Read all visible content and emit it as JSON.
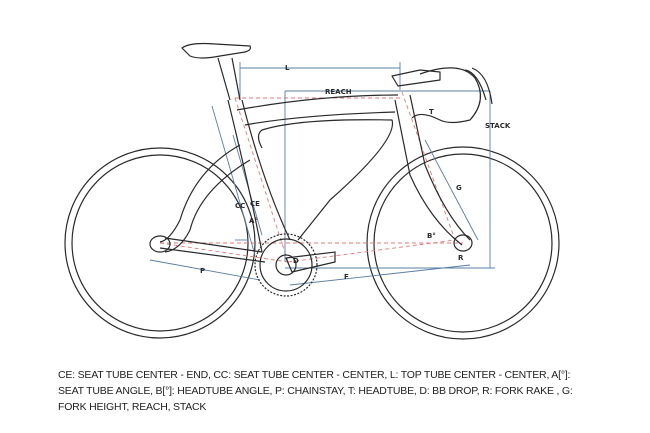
{
  "diagram": {
    "labels": {
      "L": "L",
      "reach": "REACH",
      "stack": "STACK",
      "T": "T",
      "G": "G",
      "CC": "CC",
      "CE": "CE",
      "A": "A°",
      "B": "B°",
      "D": "D",
      "R": "R",
      "P": "P",
      "F": "F"
    },
    "colors": {
      "frame": "#2a2a2a",
      "dimension_lines": "#5a7ea6",
      "centerlines": "#e07a7a"
    }
  },
  "caption": "CE: SEAT TUBE CENTER - END, CC: SEAT TUBE CENTER - CENTER, L: TOP TUBE CENTER - CENTER, A[°]: SEAT TUBE ANGLE, B[°]: HEADTUBE ANGLE, P: CHAINSTAY, T: HEADTUBE, D: BB DROP, R: FORK RAKE , G: FORK HEIGHT, REACH, STACK"
}
